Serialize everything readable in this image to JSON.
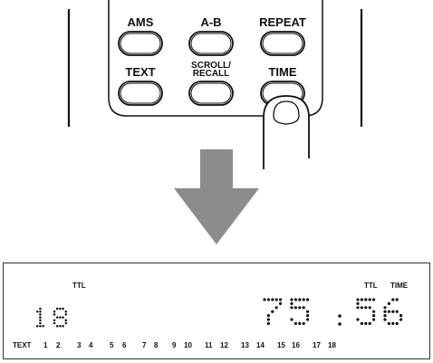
{
  "remote": {
    "buttons": [
      {
        "id": "ams",
        "label": "AMS",
        "small": false
      },
      {
        "id": "a-b",
        "label": "A-B",
        "small": false
      },
      {
        "id": "repeat",
        "label": "REPEAT",
        "small": false
      },
      {
        "id": "text",
        "label": "TEXT",
        "small": false
      },
      {
        "id": "scroll-recall",
        "label_line1": "SCROLL/",
        "label_line2": "RECALL",
        "small": true
      },
      {
        "id": "time",
        "label": "TIME",
        "small": false
      }
    ],
    "pressed_button": "time",
    "finger_icon": "finger-pressing-icon"
  },
  "arrow_icon": "down-arrow-icon",
  "display": {
    "left_indicator": "TTL",
    "right_indicators": [
      "TTL",
      "TIME"
    ],
    "track_digits": "18",
    "time_minutes": "75",
    "time_separator": ":",
    "time_seconds": "56",
    "text_label": "TEXT",
    "track_numbers": [
      "1",
      "2",
      "3",
      "4",
      "5",
      "6",
      "7",
      "8",
      "9",
      "10",
      "11",
      "12",
      "13",
      "14",
      "15",
      "16",
      "17",
      "18"
    ]
  }
}
